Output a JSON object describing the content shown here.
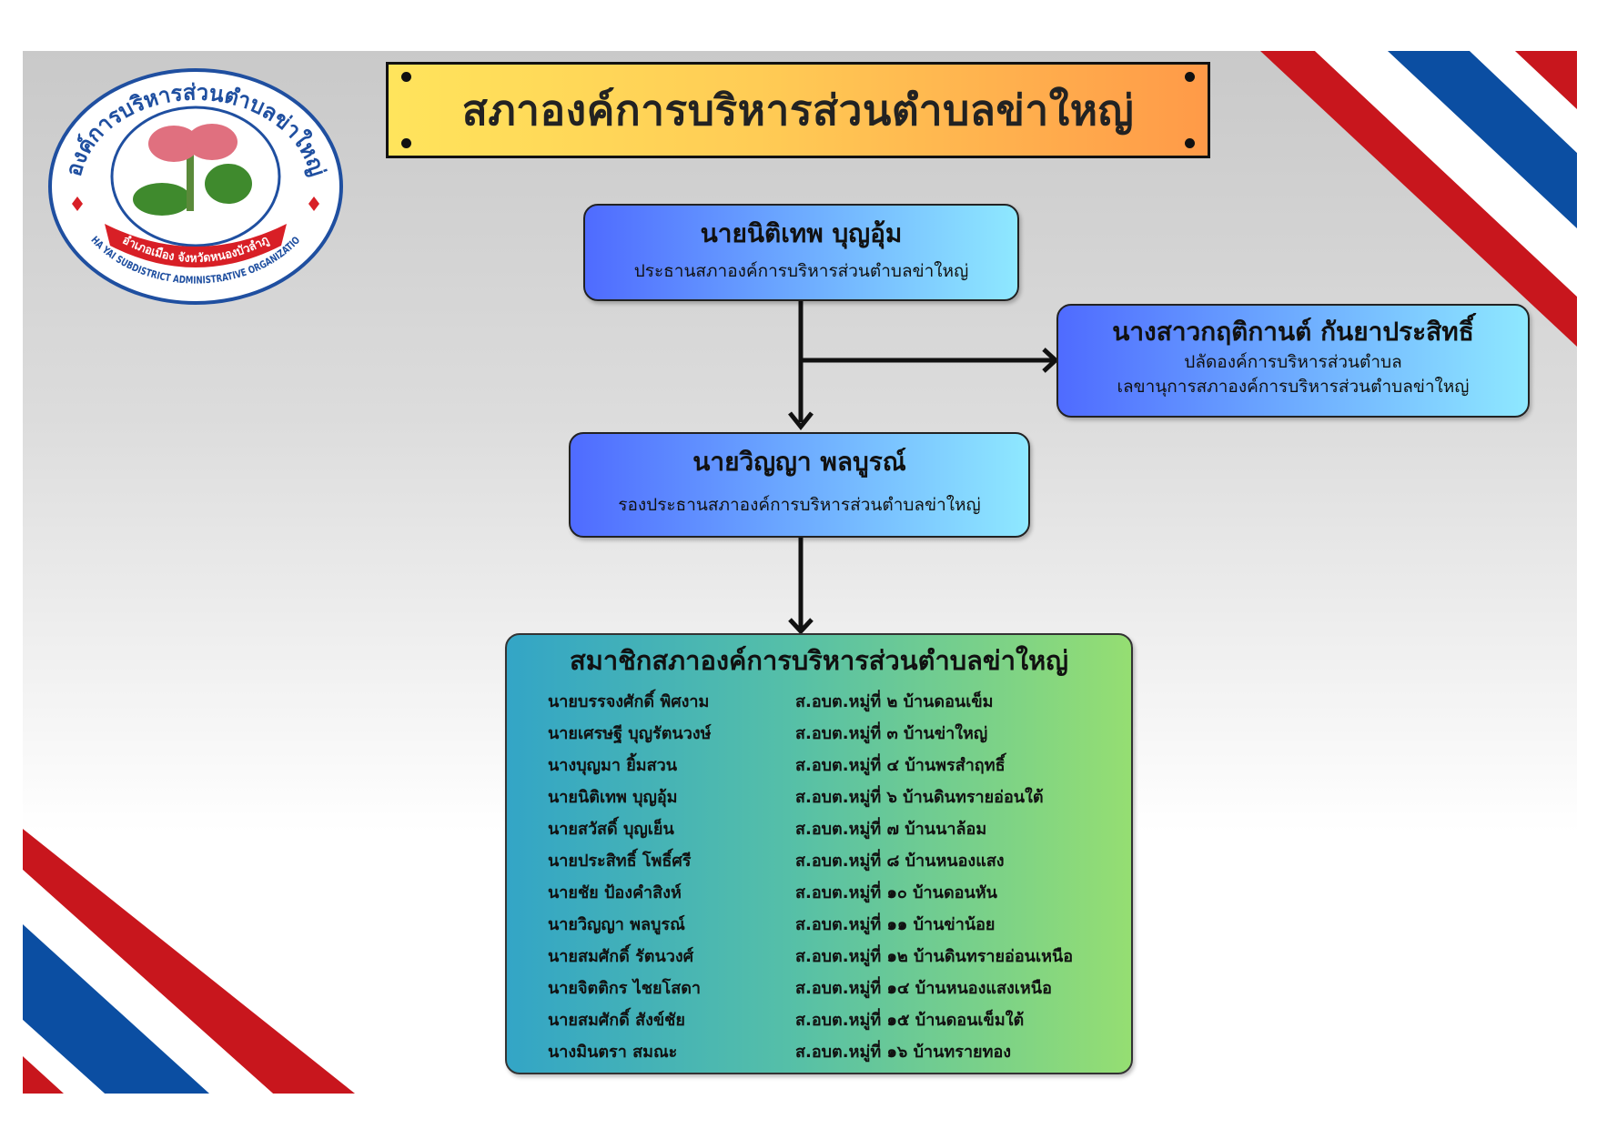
{
  "header": {
    "title": "สภาองค์การบริหารส่วนตำบลข่าใหญ่"
  },
  "logo": {
    "top_text": "องค์การบริหารส่วนตำบลข่าใหญ่",
    "ribbon_text": "อำเภอเมือง จังหวัดหนองบัวลำภู",
    "bottom_text": "KHA YAI SUBDISTRICT ADMINISTRATIVE ORGANIZATION"
  },
  "chairman": {
    "name": "นายนิติเทพ บุญอุ้ม",
    "role": "ประธานสภาองค์การบริหารส่วนตำบลข่าใหญ่"
  },
  "secretary": {
    "name": "นางสาวกฤติกานต์ กันยาประสิทธิ์",
    "role1": "ปลัดองค์การบริหารส่วนตำบล",
    "role2": "เลขานุการสภาองค์การบริหารส่วนตำบลข่าใหญ่"
  },
  "vice_chairman": {
    "name": "นายวิญญา พลบูรณ์",
    "role": "รองประธานสภาองค์การบริหารส่วนตำบลข่าใหญ่"
  },
  "members": {
    "title": "สมาชิกสภาองค์การบริหารส่วนตำบลข่าใหญ่",
    "rows": [
      {
        "name": "นายบรรจงศักดิ์ พิศงาม",
        "location": "ส.อบต.หมู่ที่ ๒ บ้านดอนเข็ม"
      },
      {
        "name": "นายเศรษฐี บุญรัตนวงษ์",
        "location": "ส.อบต.หมู่ที่ ๓ บ้านข่าใหญ่"
      },
      {
        "name": "นางบุญมา ยิ้มสวน",
        "location": "ส.อบต.หมู่ที่ ๔ บ้านพรสำฤทธิ์"
      },
      {
        "name": "นายนิติเทพ บุญอุ้ม",
        "location": "ส.อบต.หมู่ที่ ๖ บ้านดินทรายอ่อนใต้"
      },
      {
        "name": "นายสวัสดิ์ บุญเย็น",
        "location": "ส.อบต.หมู่ที่ ๗ บ้านนาล้อม"
      },
      {
        "name": "นายประสิทธิ์ โพธิ์ศรี",
        "location": "ส.อบต.หมู่ที่ ๘ บ้านหนองแสง"
      },
      {
        "name": "นายชัย ป้องคำสิงห์",
        "location": "ส.อบต.หมู่ที่ ๑๐ บ้านดอนหัน"
      },
      {
        "name": "นายวิญญา พลบูรณ์",
        "location": "ส.อบต.หมู่ที่ ๑๑ บ้านข่าน้อย"
      },
      {
        "name": "นายสมศักดิ์ รัตนวงศ์",
        "location": "ส.อบต.หมู่ที่ ๑๒ บ้านดินทรายอ่อนเหนือ"
      },
      {
        "name": "นายจิตติกร ไชยโสดา",
        "location": "ส.อบต.หมู่ที่ ๑๔ บ้านหนองแสงเหนือ"
      },
      {
        "name": "นายสมศักดิ์ สังข์ชัย",
        "location": "ส.อบต.หมู่ที่ ๑๕ บ้านดอนเข็มใต้"
      },
      {
        "name": "นางมินตรา สมณะ",
        "location": "ส.อบต.หมู่ที่ ๑๖ บ้านทรายทอง"
      }
    ]
  },
  "colors": {
    "flag_red": "#c8161d",
    "flag_blue": "#0b4ea2",
    "banner_start": "#ffe45c",
    "banner_end": "#ff9a48"
  }
}
